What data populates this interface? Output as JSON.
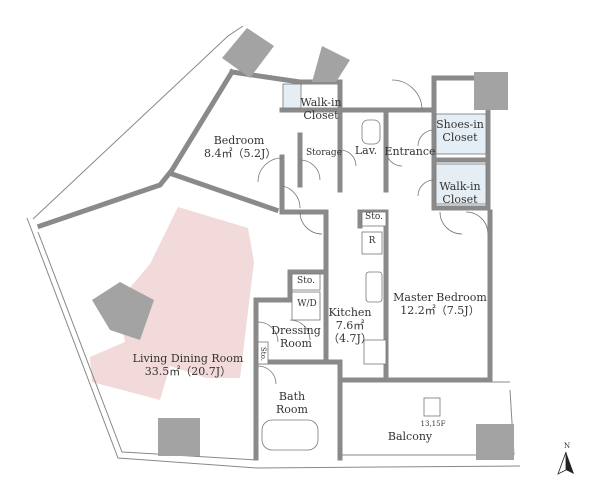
{
  "rooms": {
    "bedroom": {
      "name": "Bedroom",
      "area": "8.4㎡（5.2J）"
    },
    "walkin_closet_1": {
      "line1": "Walk-in",
      "line2": "Closet"
    },
    "storage": {
      "name": "Storage"
    },
    "lav": {
      "name": "Lav."
    },
    "entrance": {
      "name": "Entrance"
    },
    "shoes_in_closet": {
      "line1": "Shoes-in",
      "line2": "Closet"
    },
    "walkin_closet_2": {
      "line1": "Walk-in",
      "line2": "Closet"
    },
    "sto_1": {
      "name": "Sto."
    },
    "refrigerator": {
      "name": "R"
    },
    "sto_2": {
      "name": "Sto."
    },
    "wd": {
      "name": "W/D"
    },
    "kitchen": {
      "name": "Kitchen",
      "area": "7.6㎡",
      "tatami": "（4.7J）"
    },
    "master_bedroom": {
      "name": "Master Bedroom",
      "area": "12.2㎡（7.5J）"
    },
    "dressing_room": {
      "line1": "Dressing",
      "line2": "Room"
    },
    "sto_3": {
      "name": "Sto."
    },
    "living_dining": {
      "name": "Living Dining Room",
      "area": "33.5㎡（20.7J）"
    },
    "bath_room": {
      "line1": "Bath",
      "line2": "Room"
    },
    "balcony": {
      "name": "Balcony"
    },
    "floor_label": {
      "name": "13,15F"
    }
  },
  "compass": {
    "label": "N"
  },
  "colors": {
    "wall": "#8a8a8a",
    "column": "#a3a3a3",
    "ldk_highlight": "#f2dada",
    "closet_fill": "#e4eef4",
    "line": "#555555"
  }
}
